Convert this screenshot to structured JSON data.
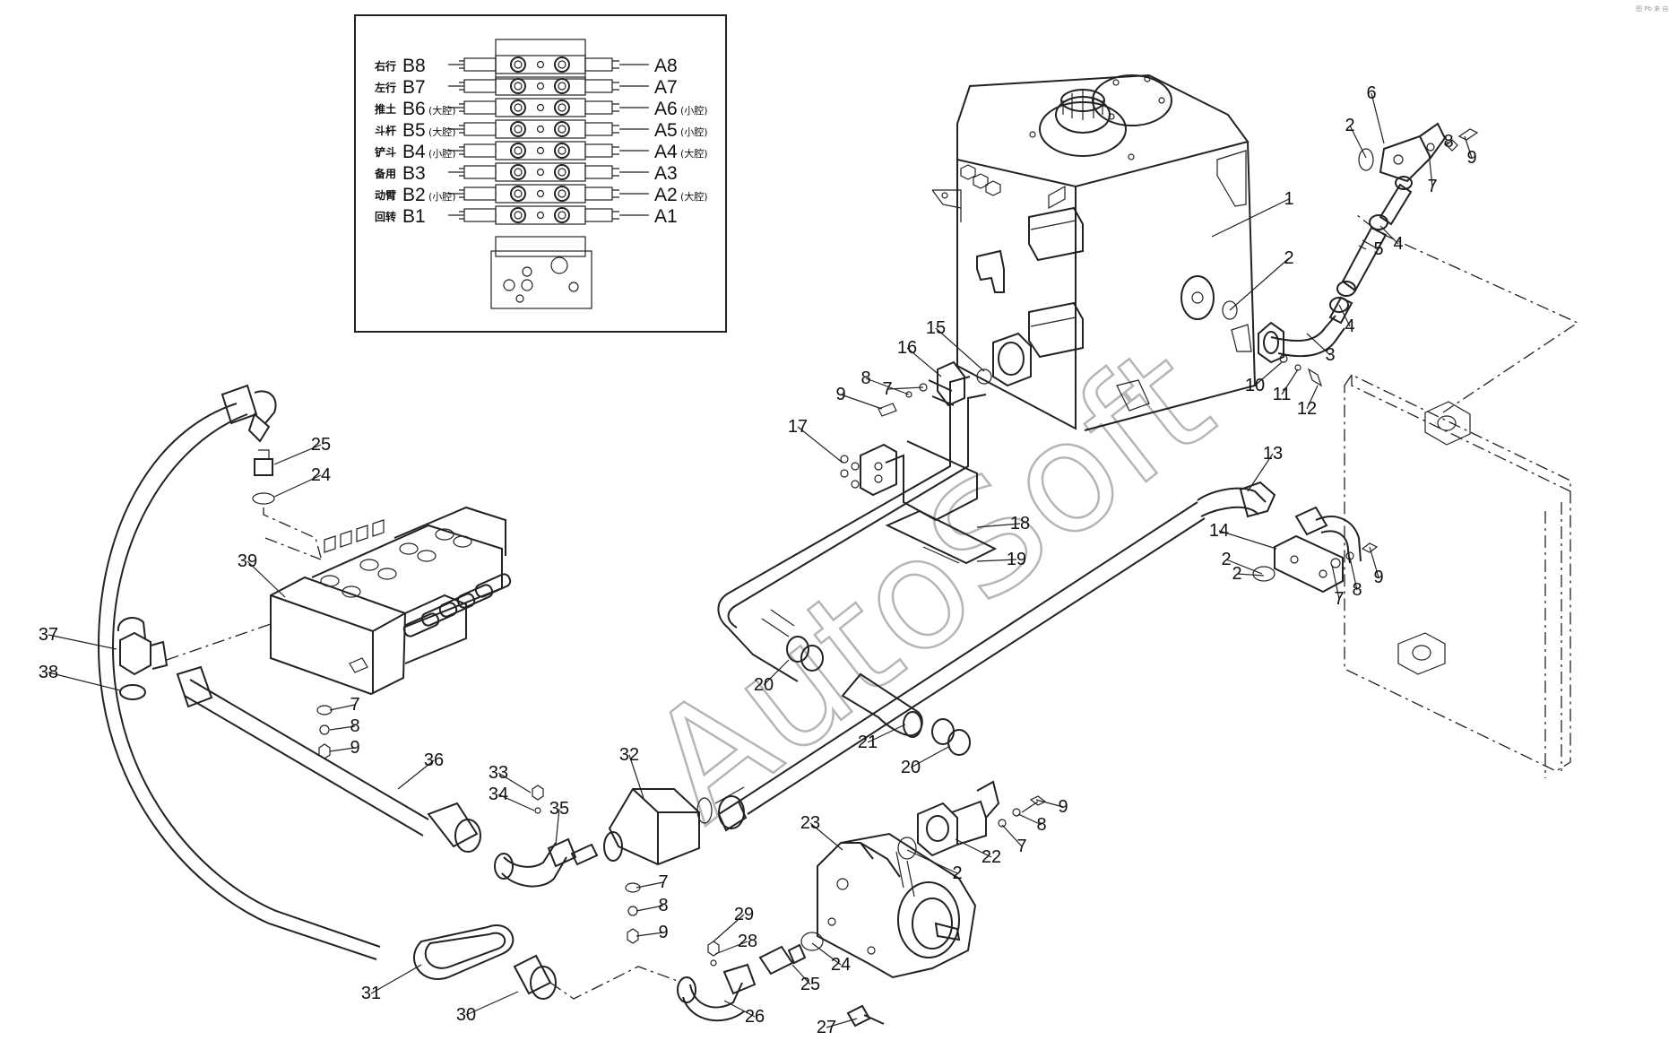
{
  "watermark": "AutoSoft",
  "corner_mark": "图 Pb 来 自 库",
  "inset": {
    "left_labels": [
      {
        "cn": "右行",
        "code": "B8",
        "suffix": ""
      },
      {
        "cn": "左行",
        "code": "B7",
        "suffix": ""
      },
      {
        "cn": "推土",
        "code": "B6",
        "suffix": "(大腔)"
      },
      {
        "cn": "斗杆",
        "code": "B5",
        "suffix": "(大腔)"
      },
      {
        "cn": "铲斗",
        "code": "B4",
        "suffix": "(小腔)"
      },
      {
        "cn": "备用",
        "code": "B3",
        "suffix": ""
      },
      {
        "cn": "动臂",
        "code": "B2",
        "suffix": "(小腔)"
      },
      {
        "cn": "回转",
        "code": "B1",
        "suffix": ""
      }
    ],
    "right_labels": [
      {
        "code": "A8",
        "suffix": ""
      },
      {
        "code": "A7",
        "suffix": ""
      },
      {
        "code": "A6",
        "suffix": "(小腔)"
      },
      {
        "code": "A5",
        "suffix": "(小腔)"
      },
      {
        "code": "A4",
        "suffix": "(大腔)"
      },
      {
        "code": "A3",
        "suffix": ""
      },
      {
        "code": "A2",
        "suffix": "(大腔)"
      },
      {
        "code": "A1",
        "suffix": ""
      }
    ]
  },
  "callouts": [
    "1",
    "2",
    "2",
    "2",
    "2",
    "2",
    "3",
    "4",
    "4",
    "5",
    "6",
    "7",
    "8",
    "9",
    "10",
    "11",
    "12",
    "15",
    "16",
    "7",
    "8",
    "9",
    "17",
    "18",
    "19",
    "13",
    "14",
    "7",
    "8",
    "9",
    "20",
    "20",
    "21",
    "22",
    "7",
    "8",
    "9",
    "23",
    "24",
    "25",
    "26",
    "27",
    "28",
    "29",
    "30",
    "31",
    "32",
    "7",
    "8",
    "9",
    "33",
    "34",
    "35",
    "36",
    "37",
    "38",
    "39",
    "7",
    "8",
    "9",
    "25",
    "24"
  ]
}
